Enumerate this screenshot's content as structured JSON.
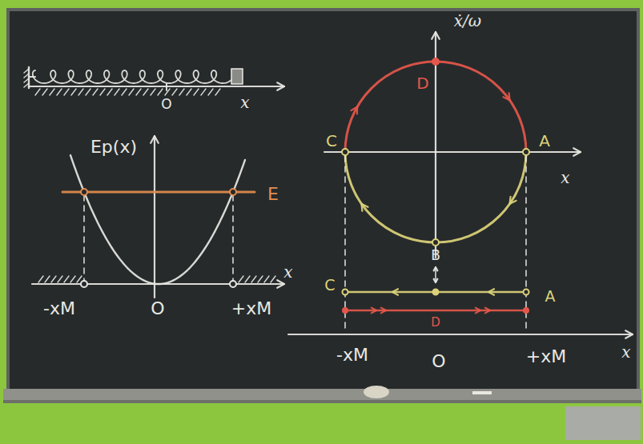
{
  "diagram": {
    "labels": [
      "x",
      "O",
      "Ep(x)",
      "E",
      "-xM",
      "O",
      "+xM",
      "x",
      "ẋ/ω",
      "D",
      "C",
      "A",
      "x",
      "B",
      "C",
      "A",
      "D",
      "-xM",
      "O",
      "+xM",
      "x"
    ]
  }
}
